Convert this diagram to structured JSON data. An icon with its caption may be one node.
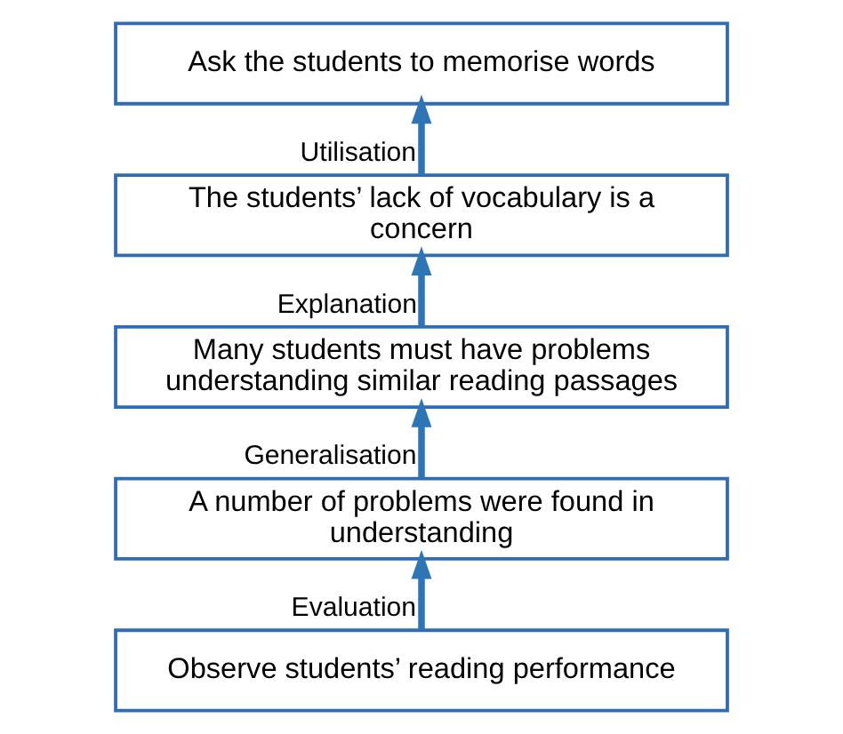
{
  "diagram": {
    "nodes": [
      {
        "text": [
          "Ask the students to memorise words"
        ]
      },
      {
        "text": [
          "The students’ lack of vocabulary is a concern"
        ]
      },
      {
        "text": [
          "Many students must have problems understanding similar reading passages"
        ]
      },
      {
        "text": [
          "A number of problems were found in understanding"
        ]
      },
      {
        "text": [
          "Observe students’ reading performance"
        ]
      }
    ],
    "edges": [
      {
        "from": 4,
        "to": 3,
        "arrow": "to",
        "label": "Evaluation"
      },
      {
        "from": 3,
        "to": 2,
        "arrow": "to",
        "label": "Generalisation"
      },
      {
        "from": 2,
        "to": 1,
        "arrow": "to",
        "label": "Explanation"
      },
      {
        "from": 1,
        "to": 0,
        "arrow": "to",
        "label": "Utilisation"
      }
    ]
  }
}
